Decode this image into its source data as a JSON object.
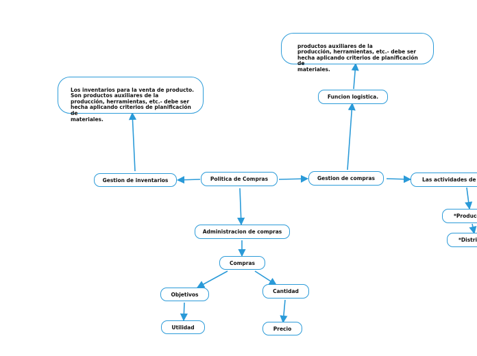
{
  "colors": {
    "line": "#2a9ad8",
    "border": "#2a9ad8",
    "text": "#111111"
  },
  "root": {
    "label": "Politica de Compras"
  },
  "gestion_inventarios": {
    "label": "Gestion de inventarios"
  },
  "gestion_compras": {
    "label": "Gestion de compras"
  },
  "funcion_logistica": {
    "label": "Funcion logistica."
  },
  "actividades": {
    "label": "Las actividades de Lo"
  },
  "produccion": {
    "label": "*Produccio"
  },
  "distribucion": {
    "label": "*Distrib"
  },
  "administracion": {
    "label": "Administracion de compras"
  },
  "compras": {
    "label": "Compras"
  },
  "objetivos": {
    "label": "Objetivos"
  },
  "cantidad": {
    "label": "Cantidad"
  },
  "utilidad": {
    "label": "Utilidad"
  },
  "precio": {
    "label": "Precio"
  },
  "inventarios_note": {
    "text": "Los inventarios para la venta de producto.\nSon productos auxiliares de la\nproducción, herramientas, etc.- debe ser\nhecha aplicando criterios de planificación de\nmateriales."
  },
  "logistica_note": {
    "text": "productos auxiliares de la\nproducción, herramientas, etc.- debe ser\nhecha aplicando criterios de planificación de\nmateriales."
  }
}
